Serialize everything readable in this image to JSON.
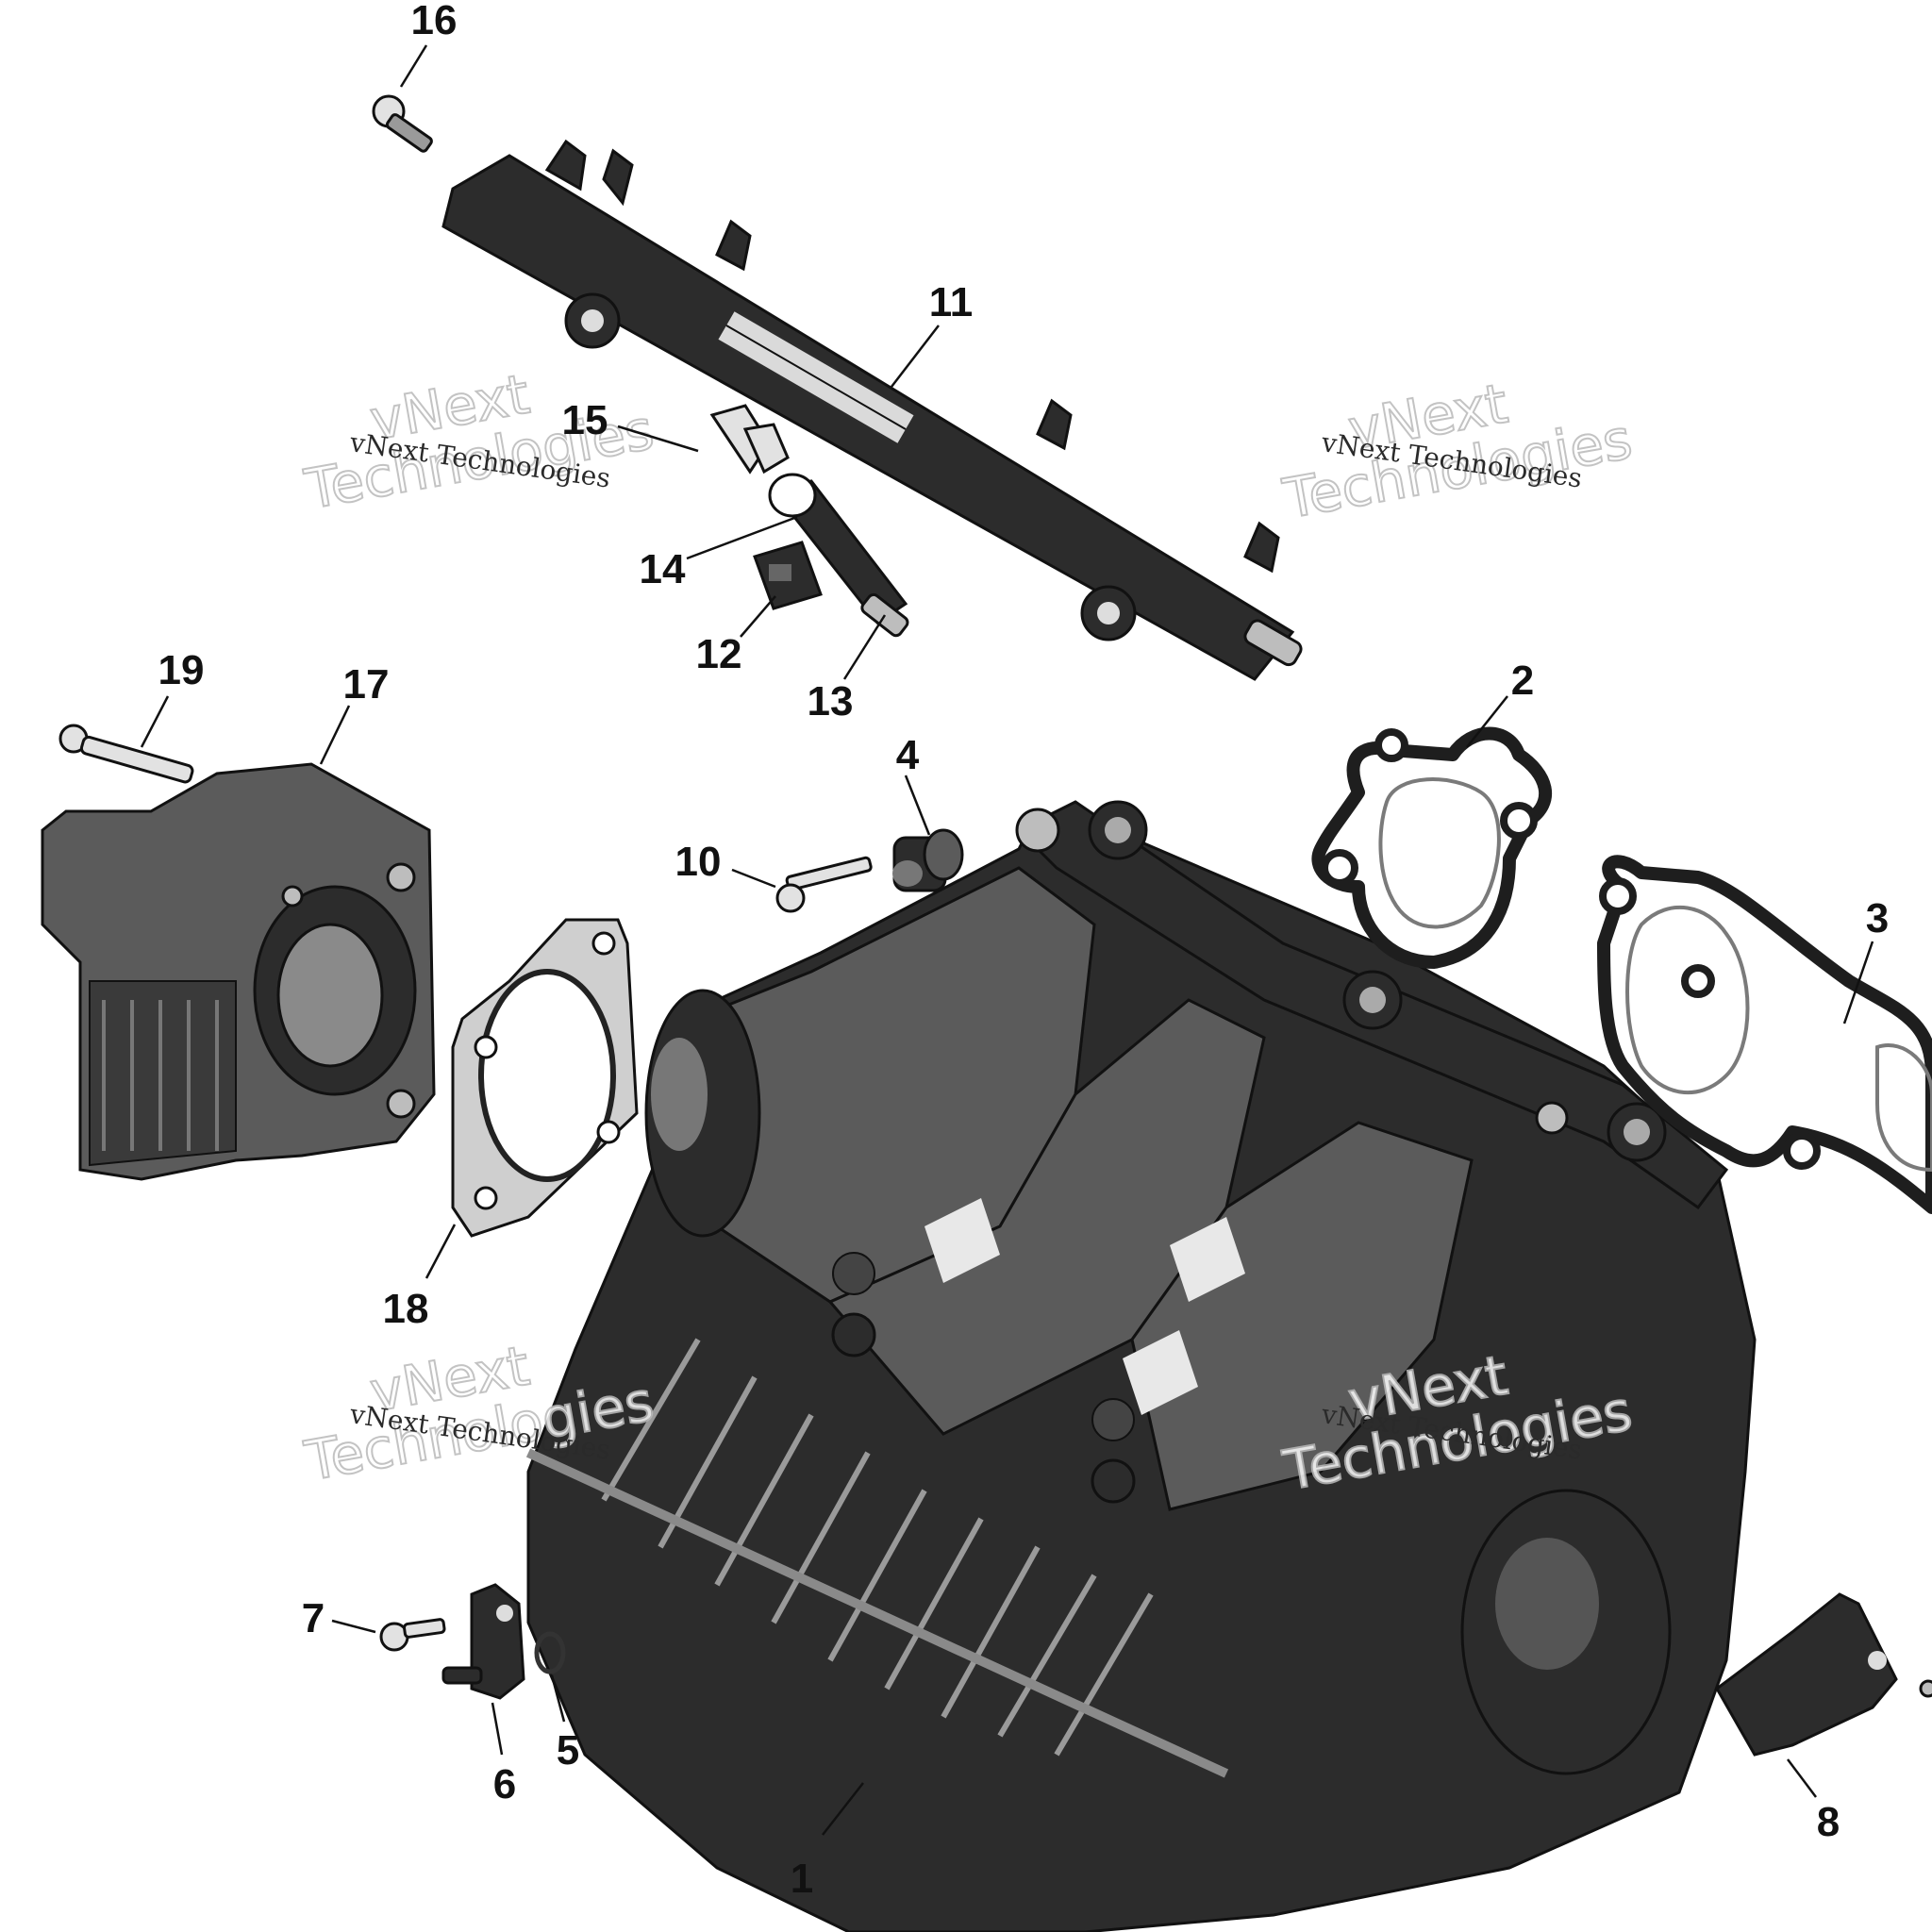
{
  "callouts": [
    {
      "label": "1"
    },
    {
      "label": "2"
    },
    {
      "label": "3"
    },
    {
      "label": "4"
    },
    {
      "label": "5"
    },
    {
      "label": "6"
    },
    {
      "label": "7"
    },
    {
      "label": "8"
    },
    {
      "label": "10"
    },
    {
      "label": "11"
    },
    {
      "label": "12"
    },
    {
      "label": "13"
    },
    {
      "label": "14"
    },
    {
      "label": "15"
    },
    {
      "label": "16"
    },
    {
      "label": "17"
    },
    {
      "label": "18"
    },
    {
      "label": "19"
    }
  ],
  "watermarks": [
    {
      "line_top": "vNext",
      "line_bottom": "Technologies",
      "caption": "vNext Technologies"
    },
    {
      "line_top": "vNext",
      "line_bottom": "Technologies",
      "caption": "vNext Technologies"
    },
    {
      "line_top": "vNext",
      "line_bottom": "Technologies",
      "caption": "vNext Technologies"
    },
    {
      "line_top": "vNext",
      "line_bottom": "Technologies",
      "caption": "vNext Technologies"
    }
  ],
  "colors": {
    "background": "#ffffff",
    "ink": "#111111",
    "part_dark": "#2c2c2c",
    "part_light": "#bdbdbd"
  }
}
